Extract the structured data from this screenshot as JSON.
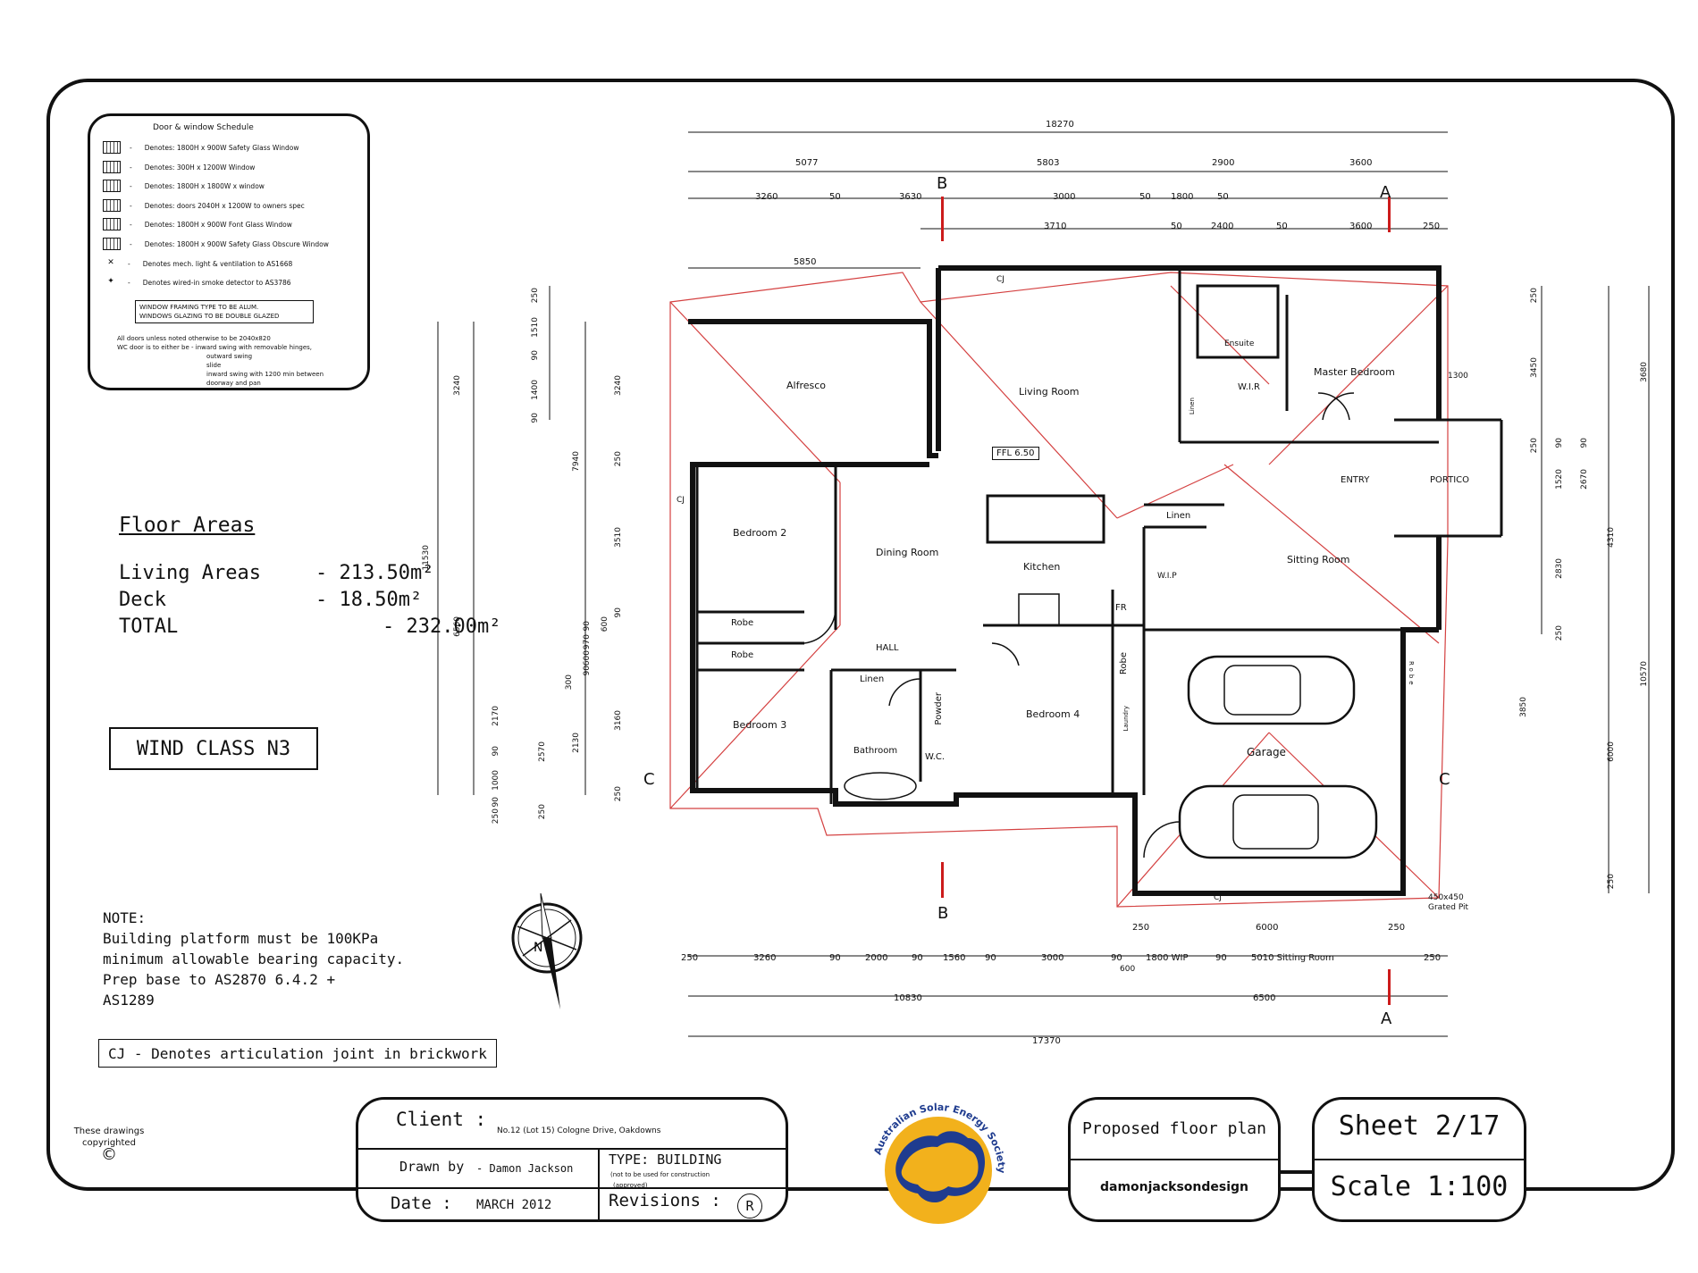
{
  "schedule": {
    "title": "Door & window Schedule",
    "rows": [
      "Denotes: 1800H x 900W Safety Glass Window",
      "Denotes: 300H x 1200W Window",
      "Denotes: 1800H x 1800W x window",
      "Denotes: doors 2040H x 1200W to owners spec",
      "Denotes: 1800H x 900W Font Glass Window",
      "Denotes: 1800H x 900W Safety Glass Obscure Window",
      "Denotes mech. light & ventilation to AS1668",
      "Denotes wired-in smoke detector to AS3786"
    ],
    "framing": [
      "WINDOW FRAMING TYPE TO BE ALUM.",
      "WINDOWS GLAZING TO BE DOUBLE GLAZED"
    ],
    "notes": [
      "All doors unless noted otherwise to be 2040x820",
      "WC door is to either be - inward swing with removable hinges,",
      "outward swing",
      "slide",
      "inward swing with 1200 min between",
      "doorway and pan"
    ]
  },
  "floor_areas": {
    "heading": "Floor Areas",
    "rows": [
      {
        "label": "Living Areas",
        "value": "- 213.50m²"
      },
      {
        "label": "Deck",
        "value": "- 18.50m²"
      },
      {
        "label": "TOTAL",
        "value": "- 232.00m²"
      }
    ]
  },
  "wind_class": "WIND CLASS  N3",
  "note": {
    "lines": [
      "NOTE:",
      "Building platform must be 100KPa",
      "minimum allowable bearing capacity.",
      "Prep base to AS2870 6.4.2 +",
      "AS1289"
    ]
  },
  "cj_note": "CJ - Denotes articulation joint in brickwork",
  "copyright": {
    "lines": [
      "These drawings",
      "copyrighted"
    ],
    "symbol": "©"
  },
  "plan": {
    "rooms": [
      "Alfresco",
      "Living Room",
      "Master Bedroom",
      "Ensuite",
      "W.I.R",
      "Bedroom 2",
      "Dining Room",
      "Kitchen",
      "Linen",
      "Sitting Room",
      "ENTRY",
      "PORTICO",
      "Robe",
      "Robe",
      "HALL",
      "Linen",
      "Bathroom",
      "Powder",
      "W.C.",
      "Bedroom 3",
      "Bedroom 4",
      "Robe",
      "FR",
      "W.I.P",
      "Garage",
      "Laundry",
      "Linen",
      "Robe"
    ],
    "ffl": "FFL 6.50",
    "dims_top": [
      "18270",
      "5077",
      "5803",
      "2900",
      "3600",
      "3260",
      "50",
      "3630",
      "3000",
      "50",
      "1800",
      "50",
      "3710",
      "50",
      "2400",
      "50",
      "3600",
      "250",
      "5850"
    ],
    "dims_bottom": [
      "250",
      "3260",
      "90",
      "2000",
      "90",
      "1560",
      "90",
      "3000",
      "90",
      "1800 WIP",
      "90",
      "5010 Sitting Room",
      "250",
      "600",
      "10830",
      "6500",
      "17370",
      "250",
      "6000",
      "250"
    ],
    "dims_left": [
      "250",
      "1510",
      "90",
      "1400",
      "90",
      "3240",
      "7940",
      "3240",
      "250",
      "3510",
      "90",
      "600",
      "970",
      "90",
      "600",
      "90",
      "300",
      "2170",
      "90",
      "1000",
      "90",
      "250",
      "2570",
      "2130",
      "3160",
      "250",
      "250",
      "11530",
      "6560"
    ],
    "dims_right": [
      "250",
      "3450",
      "3680",
      "250",
      "1300",
      "90",
      "1520",
      "2670",
      "90",
      "4310",
      "2830",
      "250",
      "10570",
      "3850",
      "6000",
      "250"
    ],
    "section_labels": [
      "A",
      "B",
      "C"
    ],
    "pier": "450x450 Grated Pit",
    "cj_mark": "CJ"
  },
  "title_block": {
    "client_label": "Client :",
    "client_value": "No.12 (Lot 15) Cologne Drive, Oakdowns",
    "drawn_label": "Drawn by",
    "drawn_value": "- Damon Jackson",
    "type_label": "TYPE: BUILDING",
    "type_sub": "(not to be used for construction",
    "date_label": "Date :",
    "date_value": "MARCH 2012",
    "revisions_label": "Revisions :",
    "revisions_sub": "(approved)",
    "revisions_mark": "R"
  },
  "logo": {
    "text": "Australian Solar Energy Society",
    "sun": "#f2b11c",
    "continent": "#1f3c8f"
  },
  "plan_block": {
    "title": "Proposed floor plan",
    "designer": "damonjacksondesign"
  },
  "sheet_block": {
    "sheet": "Sheet 2/17",
    "scale": "Scale 1:100"
  },
  "colors": {
    "line": "#111111",
    "roof": "#d44040",
    "section": "#cc1b1b"
  }
}
